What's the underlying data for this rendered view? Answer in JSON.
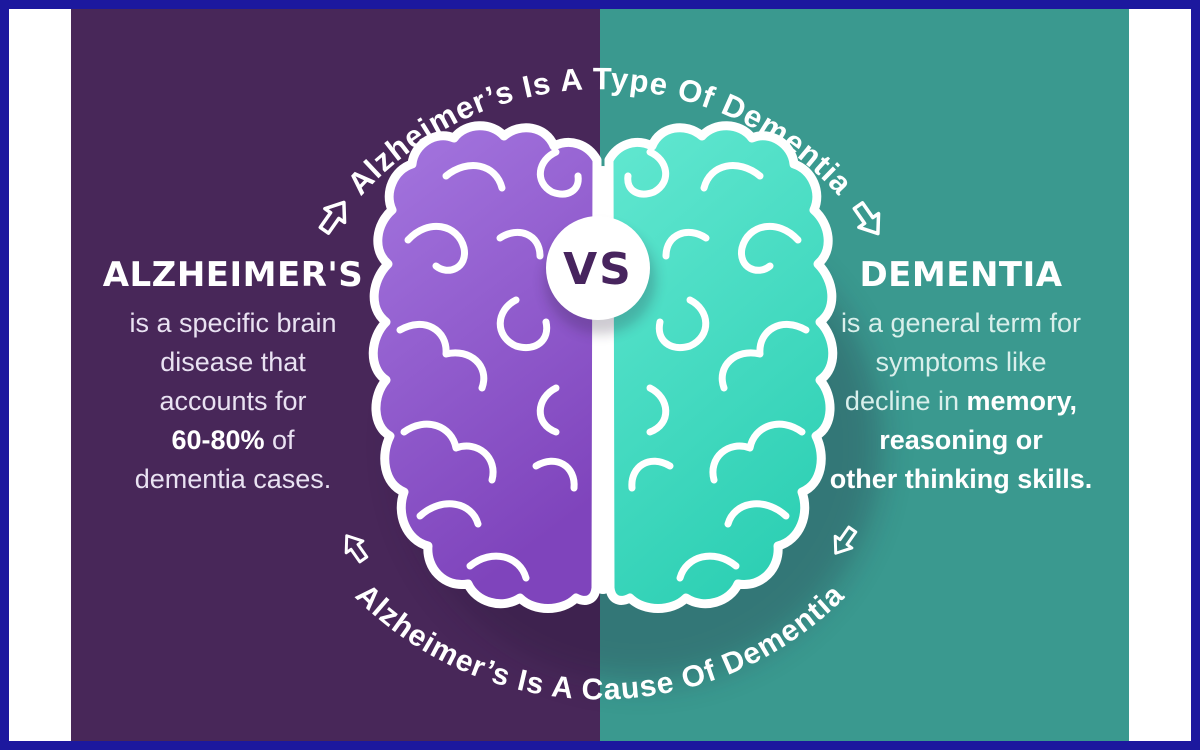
{
  "title": "Alzheimer's vs Dementia infographic",
  "colors": {
    "border": "#1c189e",
    "panel_left": "#482759",
    "panel_right": "#3a998f",
    "brain_left": "#8e56c8",
    "brain_right": "#45dcc4",
    "vs_text": "#47245e",
    "body_left": "#e9e2f2",
    "body_right": "#d9efeb"
  },
  "arcs": {
    "top": "Alzheimer’s Is A Type Of Dementia",
    "bottom": "Alzheimer’s Is A Cause Of Dementia"
  },
  "vs": {
    "label": "VS"
  },
  "left": {
    "heading": "ALZHEIMER'S",
    "lines": [
      [
        "is a specific brain"
      ],
      [
        "disease that"
      ],
      [
        "accounts for"
      ],
      [
        "60-80%",
        " of"
      ],
      [
        "dementia cases."
      ]
    ]
  },
  "right": {
    "heading": "DEMENTIA",
    "lines": [
      [
        "is a general term for"
      ],
      [
        "symptoms like"
      ],
      [
        "decline in ",
        "memory,"
      ],
      [
        "reasoning or"
      ],
      [
        "other thinking skills."
      ]
    ]
  },
  "icons": {
    "arrow": "flow-arrow"
  }
}
